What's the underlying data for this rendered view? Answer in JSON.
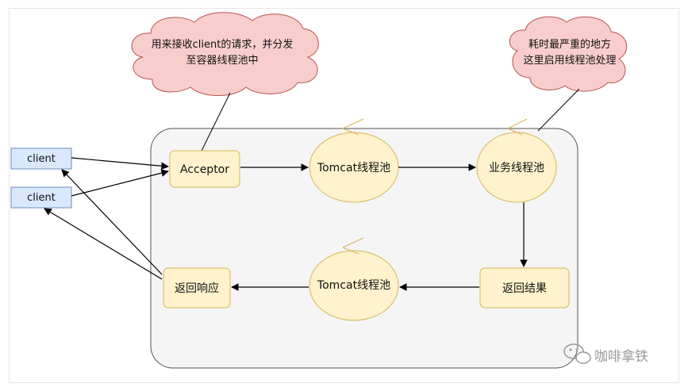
{
  "nodes": {
    "client_top": "client",
    "client_bottom": "client",
    "acceptor": "Acceptor",
    "tomcat_pool_top": "Tomcat线程池",
    "business_pool": "业务线程池",
    "return_result": "返回结果",
    "tomcat_pool_bottom": "Tomcat线程池",
    "return_response": "返回响应"
  },
  "callouts": {
    "left": [
      "用来接收client的请求，并分发",
      "至容器线程池中"
    ],
    "right": [
      "耗时最严重的地方",
      "这里启用线程池处理"
    ]
  },
  "watermark": "咖啡拿铁",
  "colors": {
    "container_fill": "#f5f5f5",
    "container_stroke": "#555555",
    "node_fill": "#fff2cc",
    "node_stroke": "#d6b656",
    "client_fill": "#dae8fc",
    "client_stroke": "#6c8ebf",
    "cloud_fill": "#f8cecc",
    "cloud_stroke": "#b85450"
  }
}
